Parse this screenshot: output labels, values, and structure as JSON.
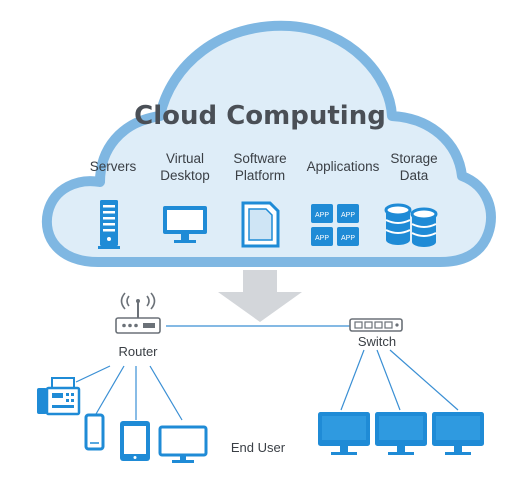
{
  "cloud": {
    "title": "Cloud Computing",
    "services": {
      "servers": {
        "label_1": "Servers",
        "icon": "server-icon"
      },
      "virtual_desktop": {
        "label_1": "Virtual",
        "label_2": "Desktop",
        "icon": "monitor-icon"
      },
      "software_platform": {
        "label_1": "Software",
        "label_2": "Platform",
        "icon": "document-icon"
      },
      "applications": {
        "label_1": "Applications",
        "icon": "app-grid-icon",
        "app_badge": "APP"
      },
      "storage_data": {
        "label_1": "Storage",
        "label_2": "Data",
        "icon": "database-icon"
      }
    }
  },
  "network": {
    "router_label": "Router",
    "switch_label": "Switch",
    "end_user_label": "End User"
  },
  "colors": {
    "cloud_fill": "#deedf8",
    "cloud_stroke": "#7fb7e2",
    "icon_blue": "#1f8bd6",
    "line_blue": "#3a8fd4",
    "arrow_gray": "#d3d6da",
    "text": "#3a3f45"
  }
}
